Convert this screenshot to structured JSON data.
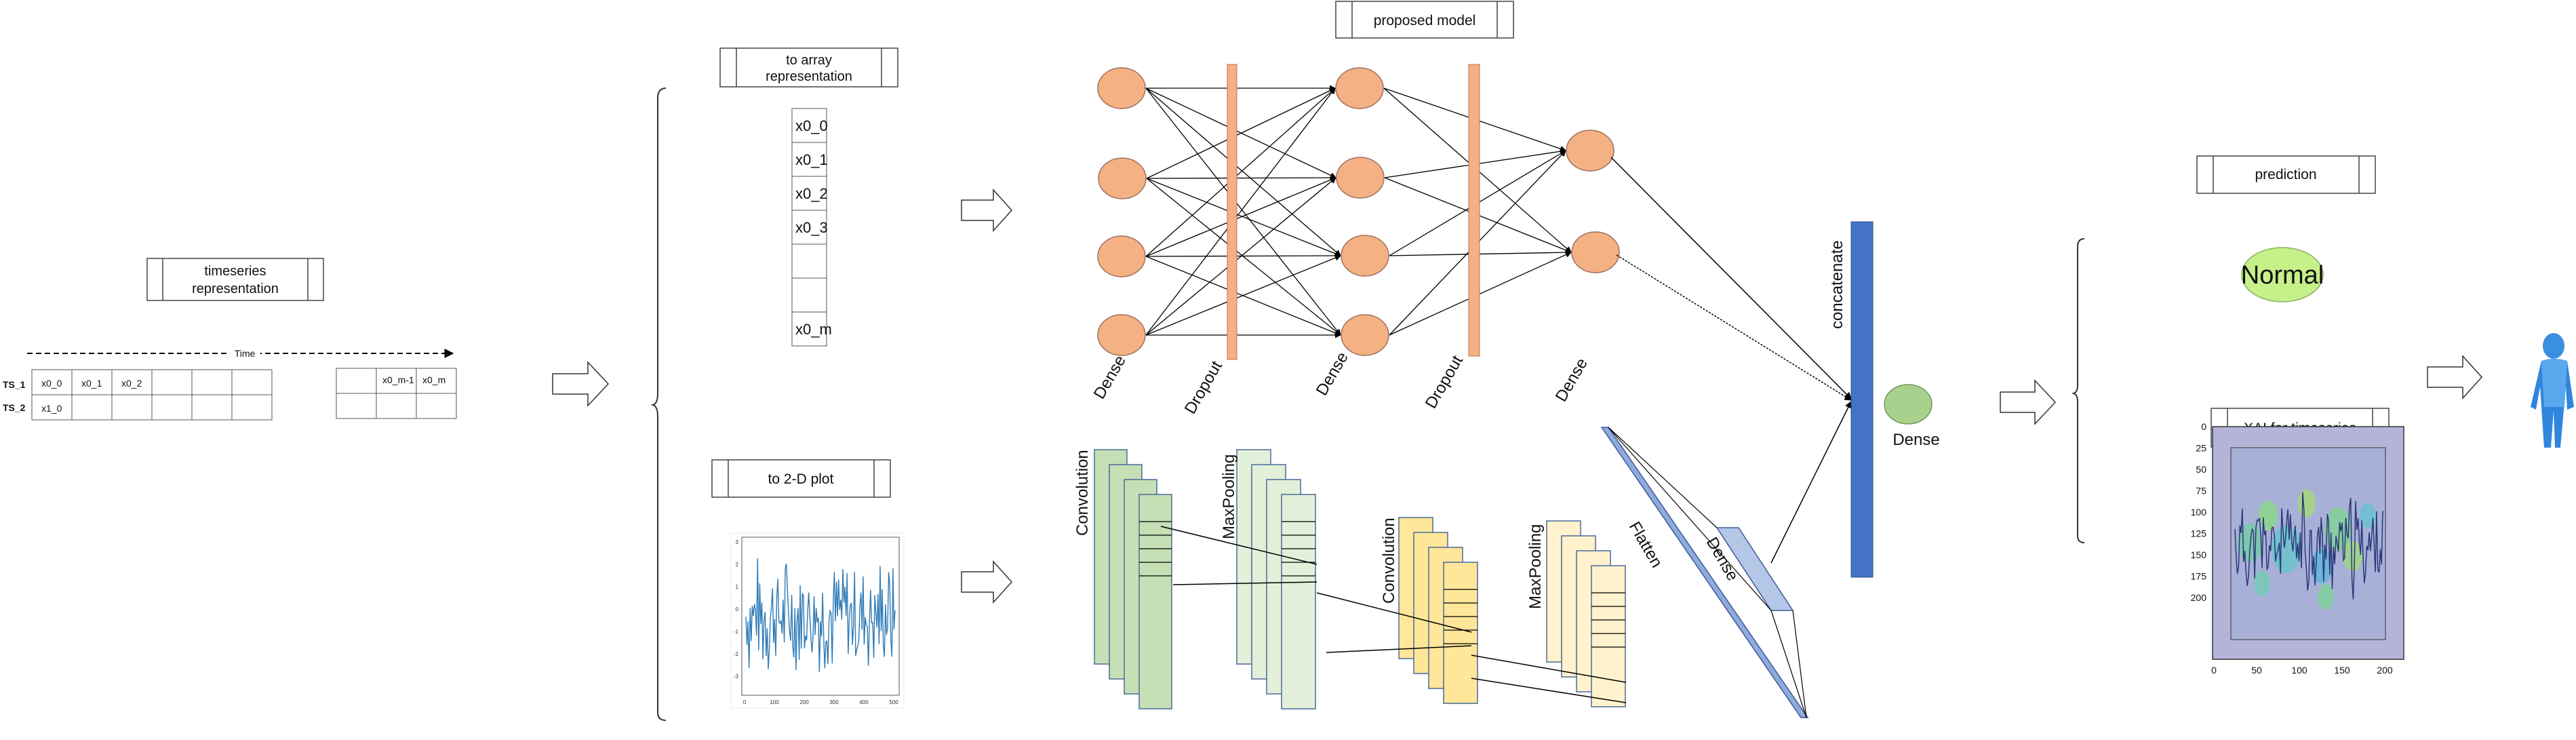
{
  "titles": {
    "timeseries_representation": [
      "timeseries",
      "representation"
    ],
    "to_array_representation": [
      "to array",
      "representation"
    ],
    "to_2d_plot": "to 2-D plot",
    "proposed_model": "proposed model",
    "prediction": "prediction",
    "xai": "XAI for timeseries"
  },
  "timeseries_table": {
    "time_label": "Time",
    "row_labels": [
      "TS_1",
      "TS_2"
    ],
    "row1_left": [
      "x0_0",
      "x0_1",
      "x0_2",
      "",
      "",
      ""
    ],
    "row2_left": [
      "x1_0",
      "",
      "",
      "",
      "",
      ""
    ],
    "row1_right": [
      "",
      "x0_m-1",
      "x0_m"
    ],
    "row2_right": [
      "",
      "",
      ""
    ]
  },
  "array_cells": [
    "x0_0",
    "x0_1",
    "x0_2",
    "x0_3",
    "",
    "",
    "x0_m"
  ],
  "mini_plot": {
    "y_ticks": [
      "3",
      "2",
      "1",
      "0",
      "-1",
      "-2",
      "-3"
    ],
    "x_ticks": [
      "0",
      "100",
      "200",
      "300",
      "400",
      "500"
    ]
  },
  "dense_branch_labels": [
    "Dense",
    "Dropout",
    "Dense",
    "Dropout",
    "Dense"
  ],
  "cnn_branch_labels": {
    "conv1": "Convolution",
    "pool1": "MaxPooling",
    "conv2": "Convolution",
    "pool2": "MaxPooling",
    "flatten": "Flatten",
    "dense": "Dense"
  },
  "concat_label": "concatenate",
  "output_dense_label": "Dense",
  "prediction_value": "Normal",
  "heatmap_axes": {
    "y_ticks": [
      "0",
      "25",
      "50",
      "75",
      "100",
      "125",
      "150",
      "175",
      "200"
    ],
    "x_ticks": [
      "0",
      "50",
      "100",
      "150",
      "200"
    ]
  },
  "colors": {
    "node": "#f4b183",
    "dropout": "#f4b183",
    "conv": "#c5e0b4",
    "pool": "#e2f0d9",
    "conv2": "#ffe699",
    "pool2": "#fff2cc",
    "concat": "#4472c4",
    "flatten": "#8faadc",
    "dense_rect": "#b4c7e7",
    "output_node": "#a9d18e",
    "prediction": "#c5f08a",
    "heatmap_bg": "#b4b4d8"
  }
}
